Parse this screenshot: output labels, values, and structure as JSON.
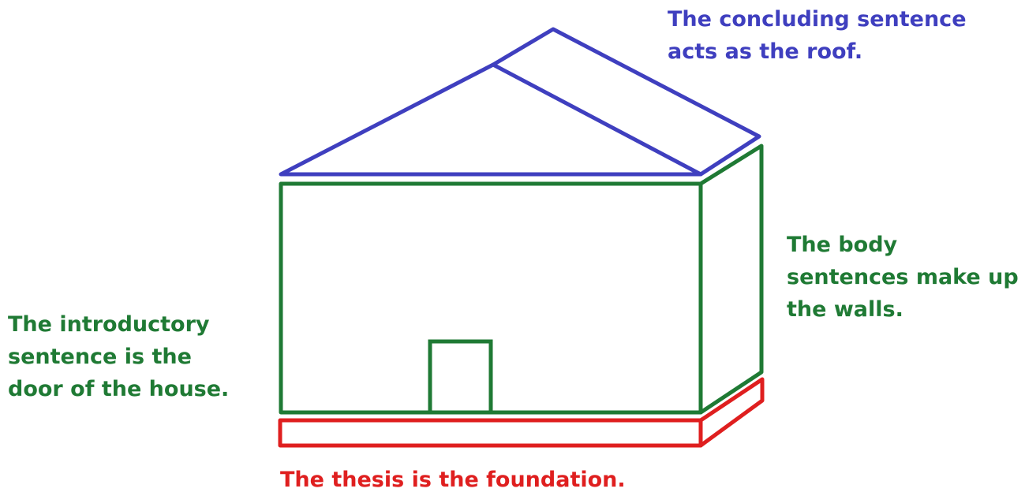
{
  "colors": {
    "roof": "#3f3fbf",
    "walls": "#1f7a34",
    "door": "#1f7a34",
    "foundation": "#df1f1f"
  },
  "labels": {
    "roof": [
      "The concluding sentence",
      "acts as the roof."
    ],
    "walls": [
      "The body",
      "sentences make up",
      "the walls."
    ],
    "door": [
      "The introductory",
      "sentence is the",
      "door of the house."
    ],
    "foundation": [
      "The thesis is the foundation."
    ]
  }
}
